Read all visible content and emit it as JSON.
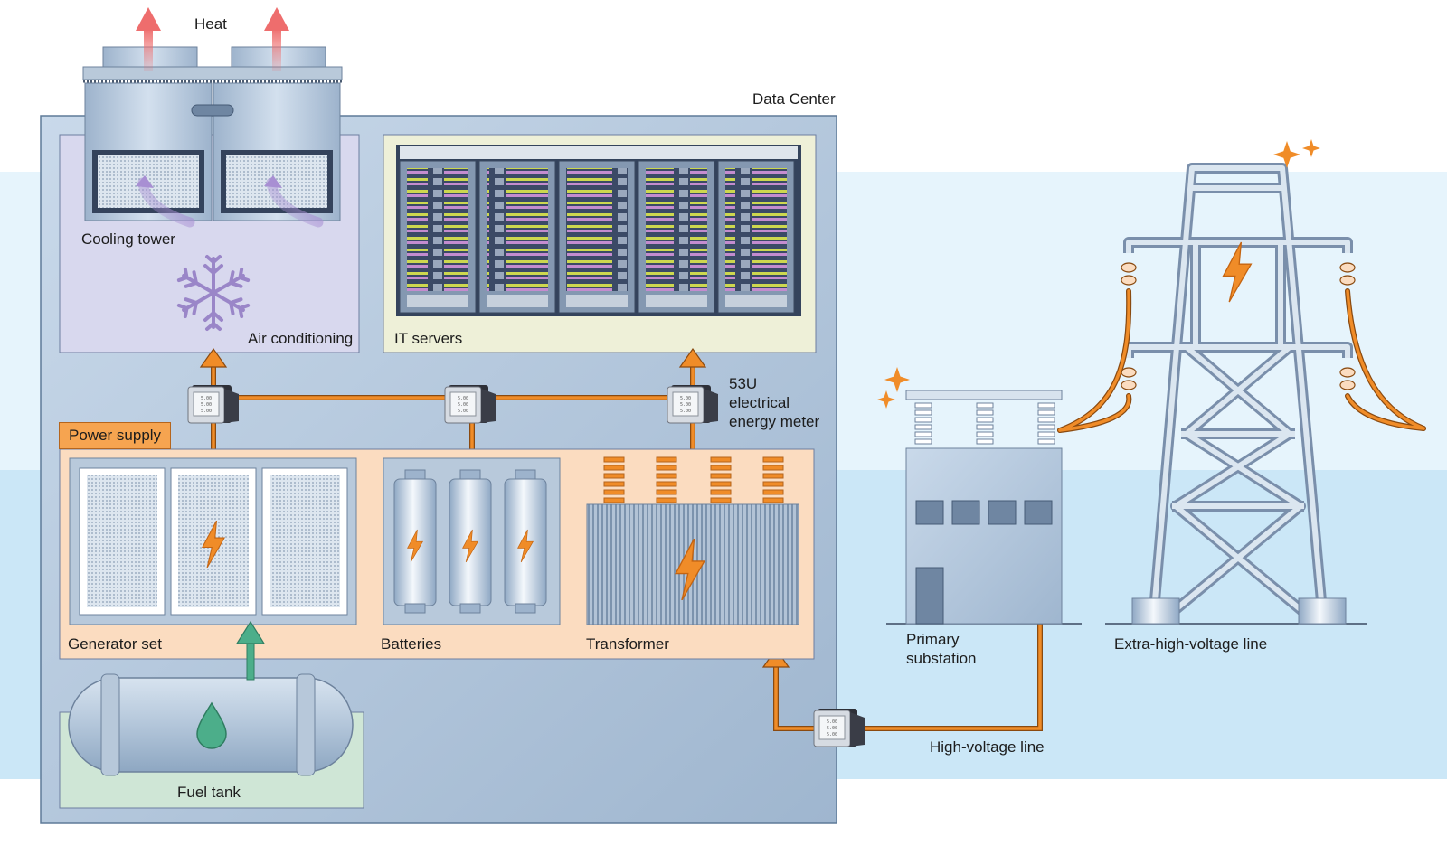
{
  "labels": {
    "heat": "Heat",
    "data_center": "Data Center",
    "cooling_tower": "Cooling tower",
    "air_conditioning": "Air conditioning",
    "it_servers": "IT servers",
    "power_supply": "Power supply",
    "generator_set": "Generator set",
    "batteries": "Batteries",
    "transformer": "Transformer",
    "fuel_tank": "Fuel tank",
    "energy_meter": "53U\nelectrical\nenergy meter",
    "primary_substation": "Primary\nsubstation",
    "extra_high_voltage_line": "Extra-high-voltage line",
    "high_voltage_line": "High-voltage line"
  },
  "icons": {
    "heat": "arrow-up-icon",
    "cooling": "snowflake-icon",
    "power": "lightning-bolt-icon",
    "fuel": "fuel-drop-icon",
    "meter": "energy-meter-icon",
    "sparkle": "sparkle-icon"
  },
  "colors": {
    "power_line": "#f08c28",
    "heat_arrow": "#ee6d6d",
    "fuel_arrow": "#4cae8a",
    "cooling_zone": "#d8d8ee",
    "server_zone": "#eef0d8",
    "power_zone": "#fbdcc0",
    "fuel_zone": "#cfe6d6",
    "sky_light": "#e6f4fc",
    "sky_mid": "#cbe7f7",
    "building": "#b6cadf"
  }
}
